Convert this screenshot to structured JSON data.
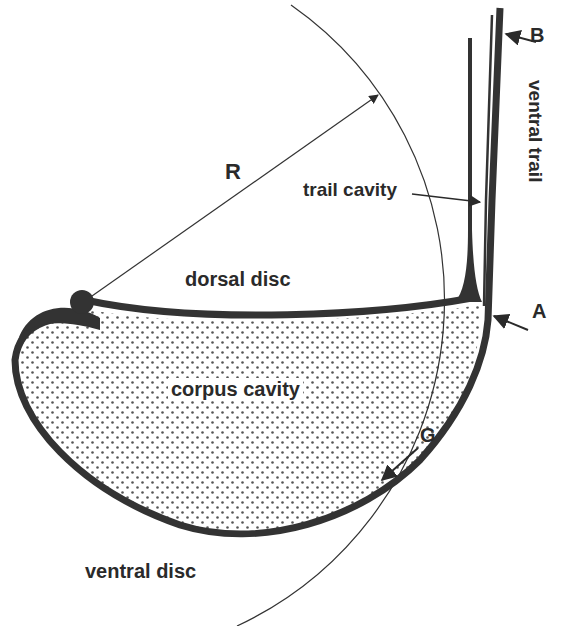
{
  "diagram": {
    "labels": [
      "R",
      "B",
      "trail cavity",
      "ventral trail",
      "dorsal disc",
      "A",
      "corpus cavity",
      "ventral disc",
      "G"
    ]
  }
}
